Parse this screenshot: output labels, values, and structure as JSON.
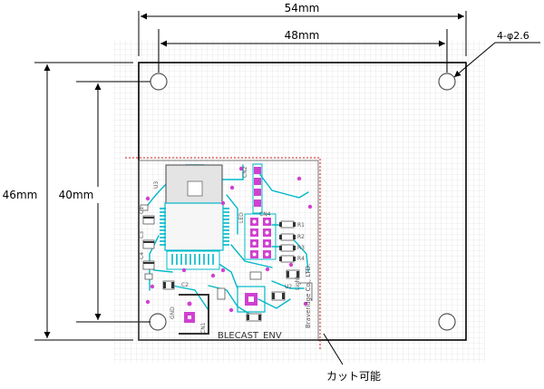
{
  "dimensions": {
    "width_label": "54mm",
    "hole_span_x_label": "48mm",
    "height_label": "46mm",
    "hole_span_y_label": "40mm",
    "hole_label": "4-φ2.6",
    "cut_label": "カット可能"
  },
  "pcb": {
    "board_name": "BLECAST_ENV",
    "company": "Braveridge Co., LTD.",
    "labels": [
      "U3",
      "CN2",
      "CN4",
      "LED",
      "GND",
      "CN1",
      "C2",
      "Light",
      "U2",
      "R1",
      "R2",
      "R3",
      "R4",
      "C1",
      "C3",
      "C4"
    ]
  },
  "colors": {
    "silk": "#00b8c8",
    "pad": "#d040d0",
    "cut_line": "#d01818",
    "grid": "#d8d8d8",
    "outline": "#000000"
  }
}
